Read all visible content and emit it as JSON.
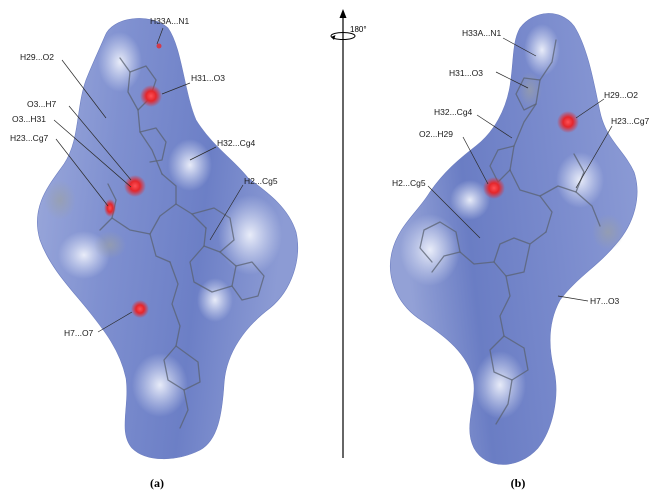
{
  "panels": [
    {
      "caption": "(a)",
      "labels": [
        "H33A...N1",
        "H29...O2",
        "H31...O3",
        "O3...H7",
        "O3...H31",
        "H23...Cg7",
        "H32...Cg4",
        "H2...Cg5",
        "H7...O7"
      ]
    },
    {
      "caption": "(b)",
      "labels": [
        "H33A...N1",
        "H31...O3",
        "H29...O2",
        "H32...Cg4",
        "H23...Cg7",
        "O2...H29",
        "H2...Cg5",
        "H7...O3"
      ]
    }
  ],
  "rotation_label": "180°",
  "colors": {
    "surface_blue": "#7d8fd0",
    "surface_light": "#c9d2ef",
    "contact_red": "#e8262b",
    "axis": "#000000"
  }
}
